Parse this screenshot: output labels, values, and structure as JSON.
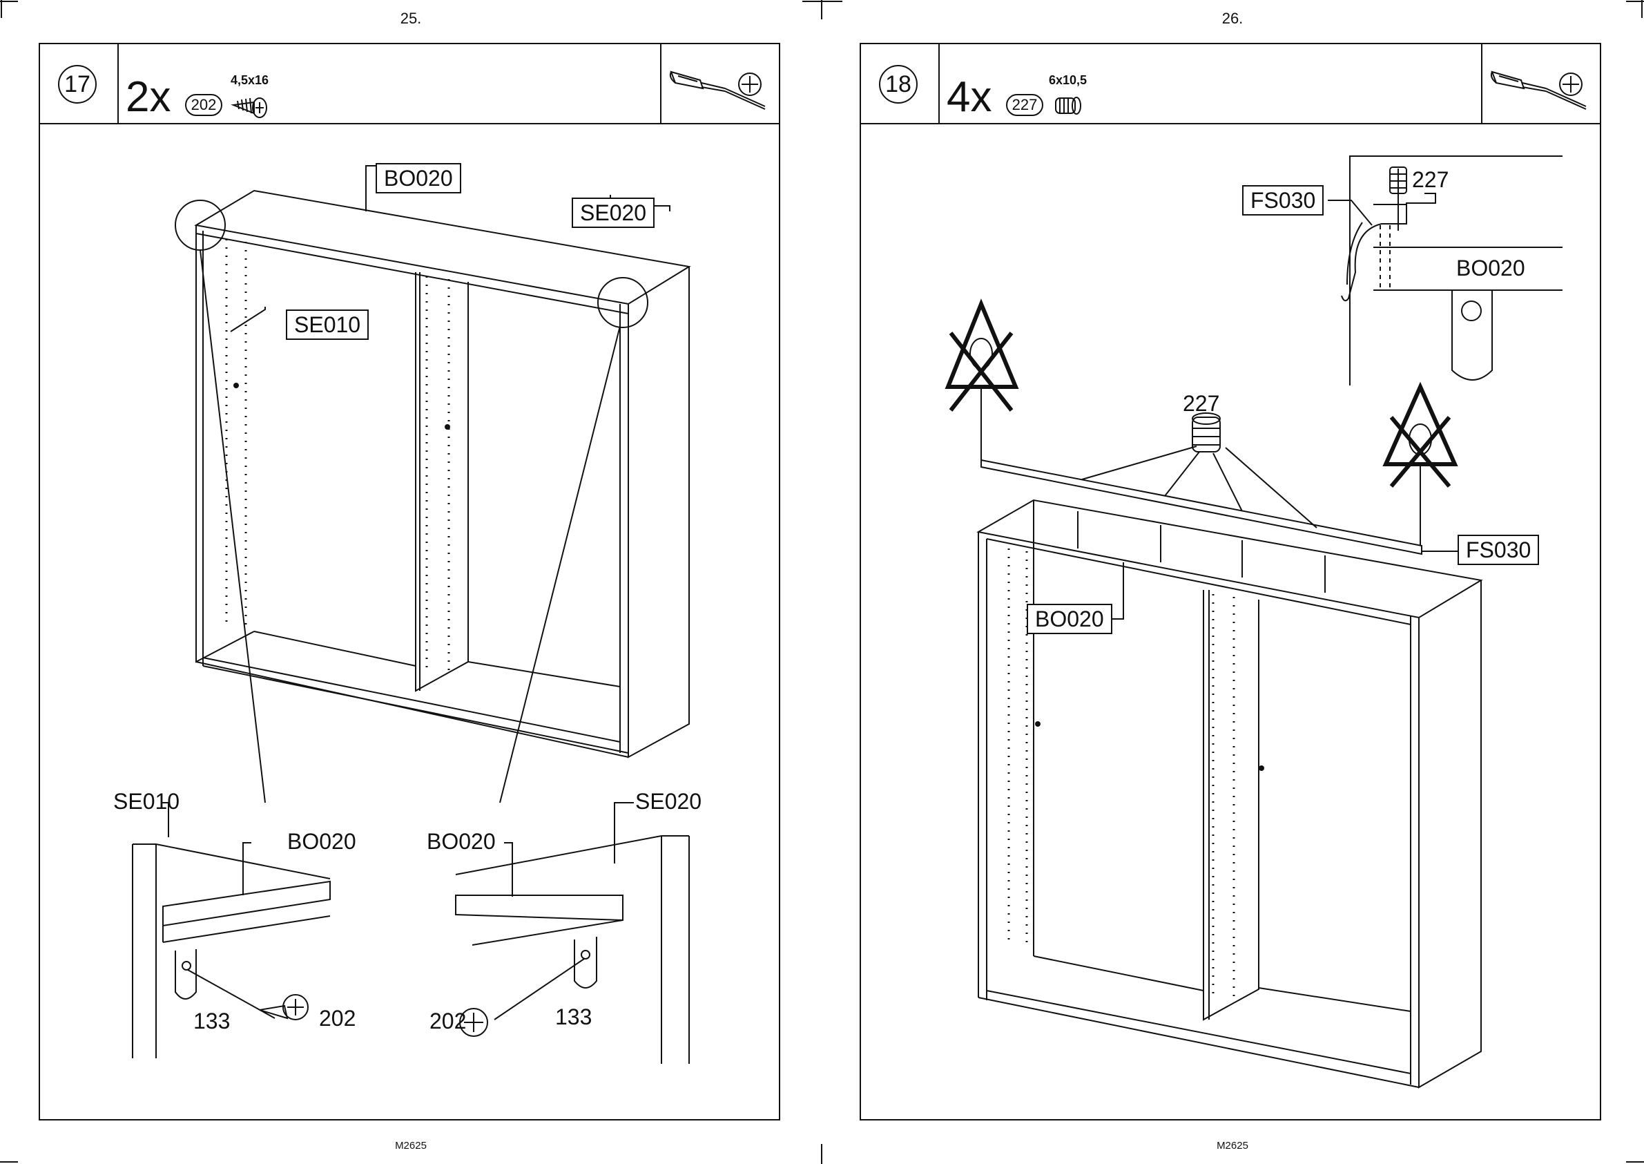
{
  "pages": [
    {
      "page_number": "25.",
      "footer": "M2625",
      "step": {
        "number": "17",
        "quantity": "2x",
        "part": "202",
        "part_size": "4,5x16",
        "tool": "phillips-screwdriver-icon"
      },
      "labels": {
        "top_panel": "BO020",
        "right_side": "SE020",
        "left_side": "SE010",
        "detail_left_side": "SE010",
        "detail_left_top": "BO020",
        "detail_left_bracket": "133",
        "detail_left_screw": "202",
        "detail_right_top": "BO020",
        "detail_right_side": "SE020",
        "detail_right_screw": "202",
        "detail_right_bracket": "133"
      }
    },
    {
      "page_number": "26.",
      "footer": "M2625",
      "step": {
        "number": "18",
        "quantity": "4x",
        "part": "227",
        "part_size": "6x10,5",
        "tool": "phillips-screwdriver-icon"
      },
      "labels": {
        "detail_rail": "FS030",
        "detail_screw": "227",
        "detail_top": "BO020",
        "screw_callout": "227",
        "rail": "FS030",
        "top_panel": "BO020"
      }
    }
  ],
  "colors": {
    "ink": "#111111",
    "paper": "#ffffff"
  }
}
